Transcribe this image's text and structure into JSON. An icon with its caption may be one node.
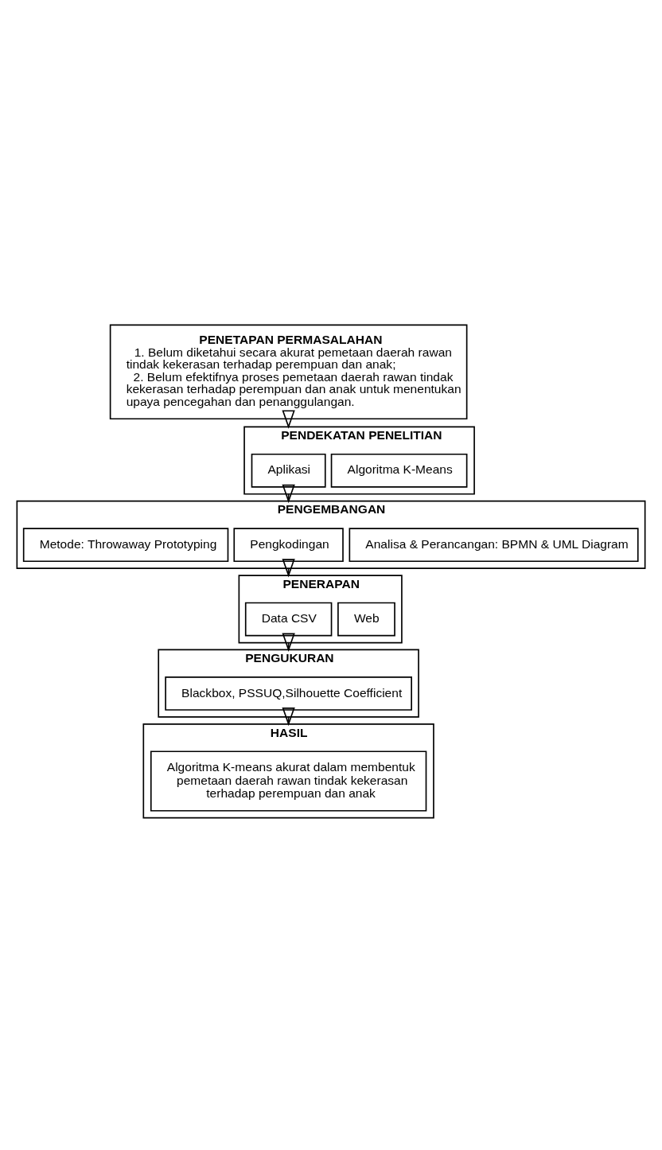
{
  "diagram": {
    "nodes": [
      {
        "text": [
          "PENETAPAN PERMASALAHAN",
          "1. Belum diketahui secara akurat pemetaan daerah rawan tindak kekerasan terhadap perempuan dan anak;",
          "2. Belum efektifnya proses pemetaan daerah rawan tindak kekerasan terhadap perempuan dan anak untuk menentukan upaya pencegahan dan penanggulangan."
        ]
      },
      {
        "text": [
          "PENDEKATAN PENELITIAN"
        ]
      },
      {
        "text": [
          "Algoritma K-Means"
        ],
        "in": 1
      },
      {
        "text": [
          "Aplikasi"
        ],
        "in": 1
      },
      {
        "text": [
          "PENGEMBANGAN"
        ]
      },
      {
        "text": [
          "Analisa & Perancangan: BPMN & UML Diagram"
        ],
        "in": 4
      },
      {
        "text": [
          "Pengkodingan"
        ],
        "in": 4
      },
      {
        "text": [
          "Metode: Throwaway Prototyping"
        ],
        "in": 4
      },
      {
        "text": [
          "PENERAPAN"
        ]
      },
      {
        "text": [
          "Web"
        ],
        "in": 8
      },
      {
        "text": [
          "Data CSV"
        ],
        "in": 8
      },
      {
        "text": [
          "PENGUKURAN"
        ]
      },
      {
        "text": [
          "Blackbox, PSSUQ,Silhouette Coefficient"
        ],
        "in": 11
      },
      {
        "text": [
          "HASIL"
        ]
      },
      {
        "text": [
          "Algoritma K-means akurat dalam membentuk pemetaan daerah rawan tindak kekerasan terhadap perempuan dan anak"
        ],
        "in": 13
      }
    ],
    "edges": [
      {
        "from": 0,
        "to": 1,
        "arrow": "to"
      },
      {
        "from": 1,
        "to": 4,
        "arrow": "to"
      },
      {
        "from": 4,
        "to": 8,
        "arrow": "to"
      },
      {
        "from": 8,
        "to": 11,
        "arrow": "to"
      },
      {
        "from": 11,
        "to": 13,
        "arrow": "to"
      }
    ]
  }
}
